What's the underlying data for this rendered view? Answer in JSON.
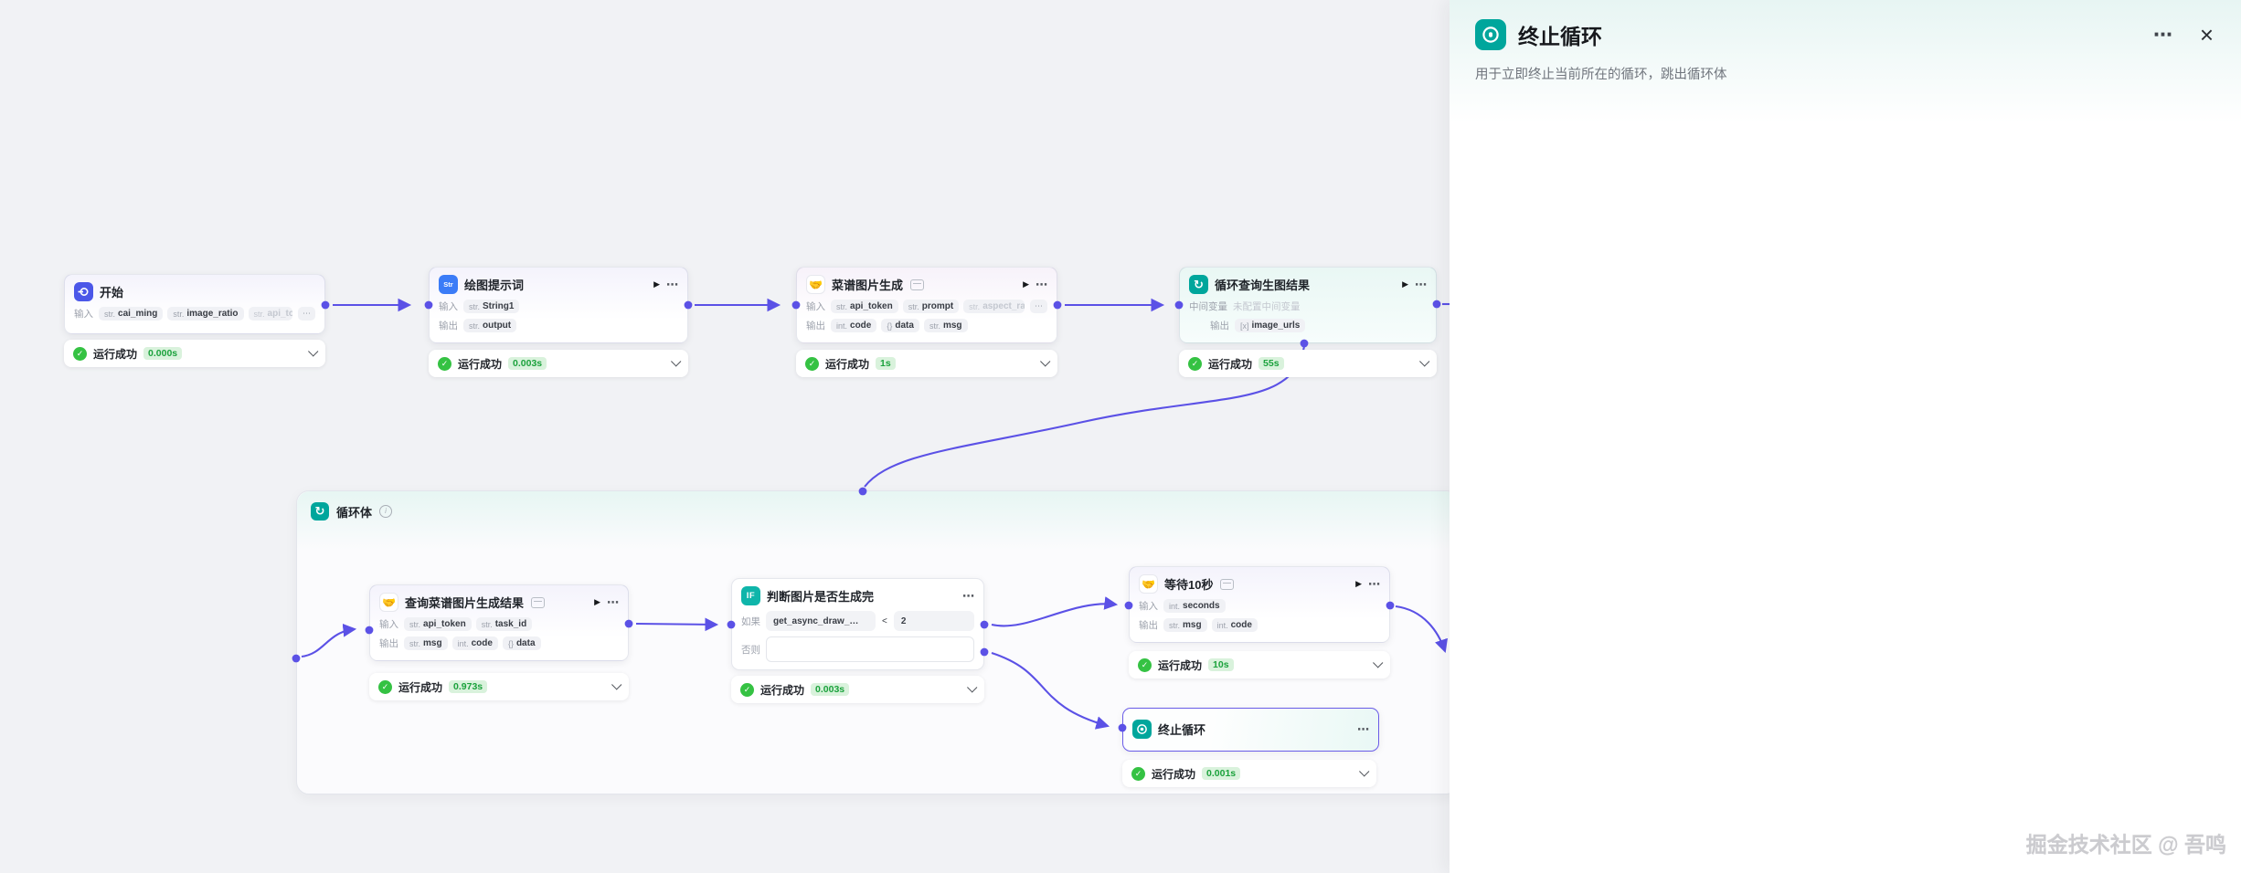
{
  "colors": {
    "accent": "#5b51e6",
    "success_green": "#35c243",
    "badge_bg": "#d9f2dc",
    "badge_text": "#1ba23c",
    "teal": "#00a69c",
    "blue": "#4b57e8"
  },
  "glyphs": {
    "play": "▶",
    "more": "⋯",
    "info": "i",
    "check": "✓",
    "loop": "↻",
    "if": "IF",
    "str": "Str",
    "plugin_emoji": "🤝"
  },
  "loop": {
    "title": "循环体"
  },
  "nodes": {
    "start": {
      "title": "开始",
      "rows": [
        {
          "label": "输入",
          "tags": [
            {
              "prefix": "str.",
              "name": "cai_ming"
            },
            {
              "prefix": "str.",
              "name": "image_ratio"
            },
            {
              "prefix": "str.",
              "name": "api_toke"
            }
          ],
          "overflow": "⋯"
        }
      ],
      "status": {
        "text": "运行成功",
        "time": "0.000s"
      }
    },
    "prompt": {
      "title": "绘图提示词",
      "rows": [
        {
          "label": "输入",
          "tags": [
            {
              "prefix": "str.",
              "name": "String1"
            }
          ]
        },
        {
          "label": "输出",
          "tags": [
            {
              "prefix": "str.",
              "name": "output"
            }
          ]
        }
      ],
      "status": {
        "text": "运行成功",
        "time": "0.003s"
      }
    },
    "gen": {
      "title": "菜谱图片生成",
      "rows": [
        {
          "label": "输入",
          "tags": [
            {
              "prefix": "str.",
              "name": "api_token"
            },
            {
              "prefix": "str.",
              "name": "prompt"
            },
            {
              "prefix": "str.",
              "name": "aspect_rati"
            }
          ],
          "overflow": "⋯"
        },
        {
          "label": "输出",
          "tags": [
            {
              "prefix": "int.",
              "name": "code"
            },
            {
              "prefix": "{}",
              "name": "data"
            },
            {
              "prefix": "str.",
              "name": "msg"
            }
          ]
        }
      ],
      "status": {
        "text": "运行成功",
        "time": "1s"
      }
    },
    "loopquery": {
      "title": "循环查询生图结果",
      "rows": [
        {
          "label": "中间变量",
          "value": "未配置中间变量"
        },
        {
          "label": "输出",
          "tags": [
            {
              "prefix": "[x]",
              "name": "image_urls"
            }
          ]
        }
      ],
      "status": {
        "text": "运行成功",
        "time": "55s"
      }
    },
    "query": {
      "title": "查询菜谱图片生成结果",
      "rows": [
        {
          "label": "输入",
          "tags": [
            {
              "prefix": "str.",
              "name": "api_token"
            },
            {
              "prefix": "str.",
              "name": "task_id"
            }
          ]
        },
        {
          "label": "输出",
          "tags": [
            {
              "prefix": "str.",
              "name": "msg"
            },
            {
              "prefix": "int.",
              "name": "code"
            },
            {
              "prefix": "{}",
              "name": "data"
            }
          ]
        }
      ],
      "status": {
        "text": "运行成功",
        "time": "0.973s"
      }
    },
    "ifnode": {
      "title": "判断图片是否生成完",
      "if_label": "如果",
      "else_label": "否则",
      "cond_left": "get_async_draw_…",
      "op": "<",
      "cond_right": "2",
      "status": {
        "text": "运行成功",
        "time": "0.003s"
      }
    },
    "wait": {
      "title": "等待10秒",
      "rows": [
        {
          "label": "输入",
          "tags": [
            {
              "prefix": "int.",
              "name": "seconds"
            }
          ]
        },
        {
          "label": "输出",
          "tags": [
            {
              "prefix": "str.",
              "name": "msg"
            },
            {
              "prefix": "int.",
              "name": "code"
            }
          ]
        }
      ],
      "status": {
        "text": "运行成功",
        "time": "10s"
      }
    },
    "term": {
      "title": "终止循环",
      "status": {
        "text": "运行成功",
        "time": "0.001s"
      }
    }
  },
  "panel": {
    "title": "终止循环",
    "description": "用于立即终止当前所在的循环，跳出循环体",
    "more": "⋯",
    "close": "×"
  },
  "watermark": "掘金技术社区 @ 吾鸣"
}
